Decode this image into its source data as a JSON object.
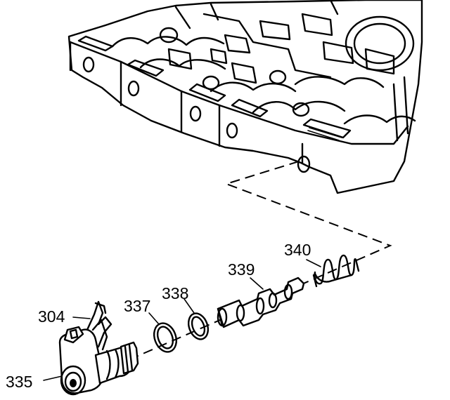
{
  "callouts": {
    "c304": "304",
    "c335": "335",
    "c337": "337",
    "c338": "338",
    "c339": "339",
    "c340": "340"
  }
}
